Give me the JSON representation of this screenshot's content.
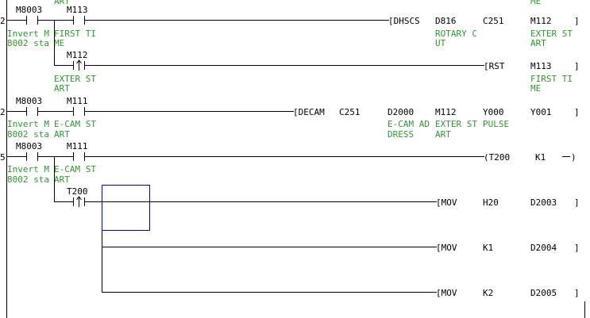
{
  "colors": {
    "text": "#000000",
    "comment": "#2e9a2e",
    "cursor": "#0000cc",
    "background": "#ffffff"
  },
  "top_partial": {
    "left_comment": "ART",
    "right_comment": "ME"
  },
  "rungs": [
    {
      "step": "2",
      "contacts": [
        {
          "device": "M8003",
          "type": "NO",
          "comment": [
            "Invert M",
            "8002 sta"
          ]
        },
        {
          "device": "M113",
          "type": "NO",
          "comment": [
            "FIRST TI",
            "ME"
          ]
        }
      ],
      "instruction": {
        "name": "[DHSCS",
        "operands": [
          {
            "text": "D816",
            "comment": [
              "ROTARY C",
              "UT"
            ]
          },
          {
            "text": "C251",
            "comment": []
          },
          {
            "text": "M112",
            "comment": [
              "EXTER ST",
              "ART"
            ]
          }
        ],
        "end": "]"
      },
      "branches": [
        {
          "contact": {
            "device": "M112",
            "type": "rising",
            "comment": [
              "EXTER ST",
              "ART"
            ]
          },
          "instruction": {
            "name": "[RST",
            "operands": [
              {
                "text": "M113",
                "comment": [
                  "FIRST TI",
                  "ME"
                ]
              }
            ],
            "end": "]"
          }
        }
      ]
    },
    {
      "step": "2",
      "contacts": [
        {
          "device": "M8003",
          "type": "NO",
          "comment": [
            "Invert M",
            "8002 sta"
          ]
        },
        {
          "device": "M111",
          "type": "NO",
          "comment": [
            "E-CAM ST",
            "ART"
          ]
        }
      ],
      "instruction": {
        "name": "[DECAM",
        "operands": [
          {
            "text": "C251",
            "comment": []
          },
          {
            "text": "D2000",
            "comment": [
              "E-CAM AD",
              "DRESS"
            ]
          },
          {
            "text": "M112",
            "comment": [
              "EXTER ST",
              "ART"
            ]
          },
          {
            "text": "Y000",
            "comment": [
              "PULSE"
            ]
          },
          {
            "text": "Y001",
            "comment": []
          }
        ],
        "end": "]"
      }
    },
    {
      "step": "5",
      "contacts": [
        {
          "device": "M8003",
          "type": "NO",
          "comment": [
            "Invert M",
            "8002 sta"
          ]
        },
        {
          "device": "M111",
          "type": "NO",
          "comment": [
            "E-CAM ST",
            "ART"
          ]
        }
      ],
      "instruction": {
        "name": "(T200",
        "operands": [
          {
            "text": "K1",
            "comment": []
          }
        ],
        "end": ")"
      },
      "branches": [
        {
          "contact": {
            "device": "T200",
            "type": "rising",
            "comment": []
          },
          "instruction": {
            "name": "[MOV",
            "operands": [
              {
                "text": "H20"
              },
              {
                "text": "D2003"
              }
            ],
            "end": "]"
          }
        },
        {
          "instruction": {
            "name": "[MOV",
            "operands": [
              {
                "text": "K1"
              },
              {
                "text": "D2004"
              }
            ],
            "end": "]"
          }
        },
        {
          "instruction": {
            "name": "[MOV",
            "operands": [
              {
                "text": "K2"
              },
              {
                "text": "D2005"
              }
            ],
            "end": "]"
          }
        }
      ]
    }
  ]
}
